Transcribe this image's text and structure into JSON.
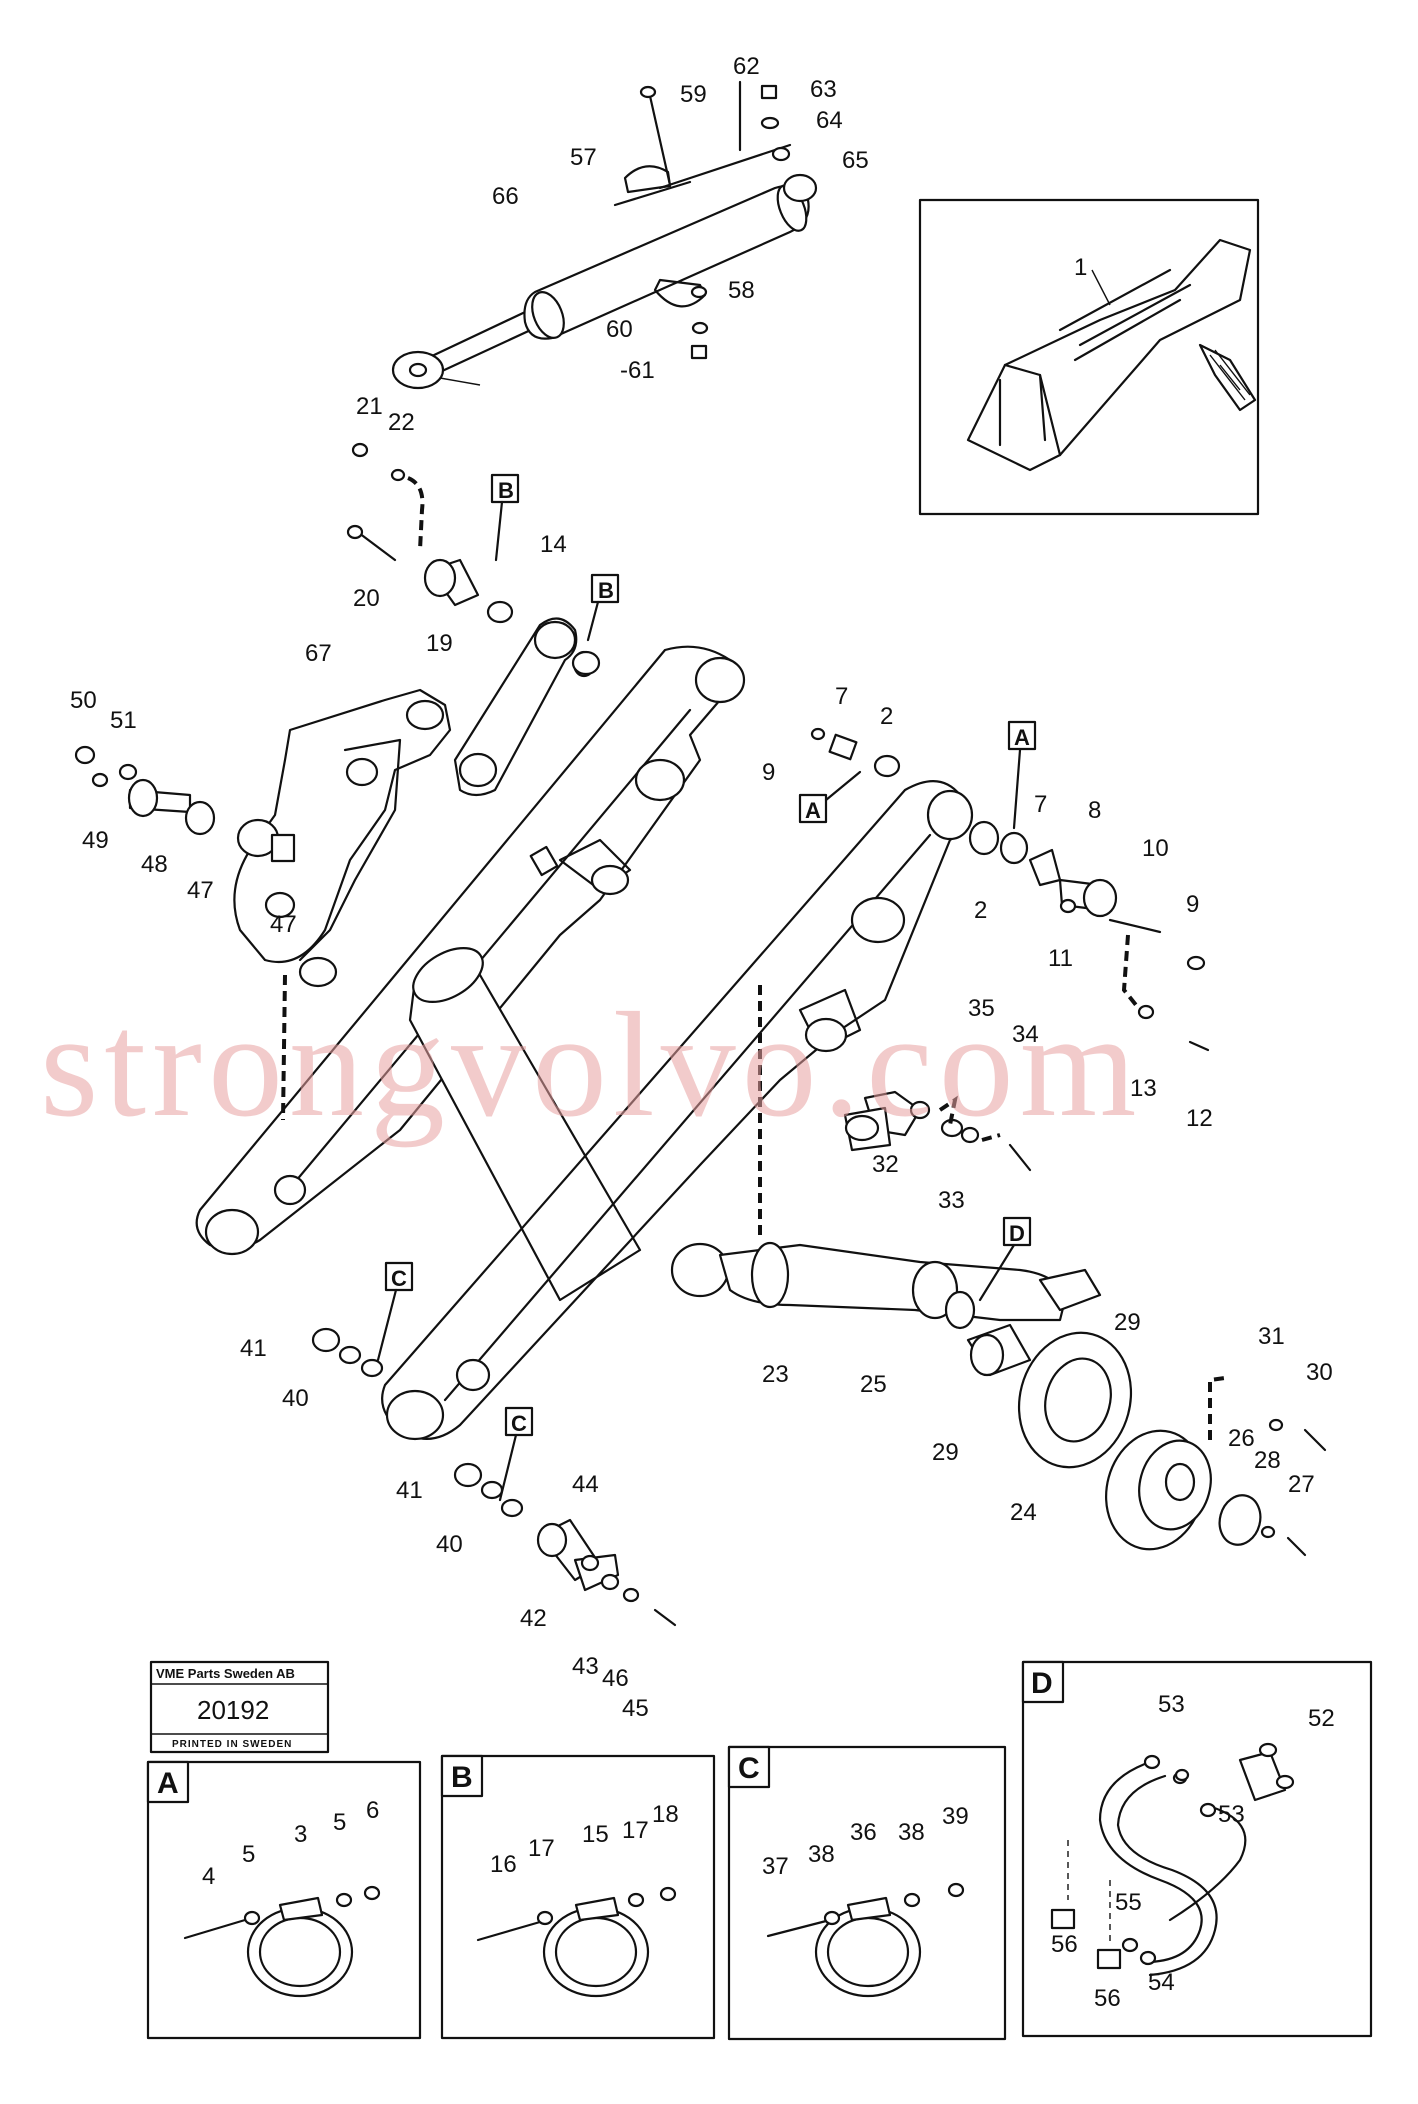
{
  "watermark": "strongvolvo.com",
  "stamp": {
    "company": "VME Parts Sweden AB",
    "number": "20192",
    "printed": "PRINTED IN SWEDEN"
  },
  "callouts": {
    "a": "A",
    "b": "B",
    "c": "C",
    "d": "D"
  },
  "labels": {
    "p1": "1",
    "p2": "2",
    "p3": "3",
    "p4": "4",
    "p5": "5",
    "p6": "6",
    "p7": "7",
    "p8": "8",
    "p9": "9",
    "p10": "10",
    "p11": "11",
    "p12": "12",
    "p13": "13",
    "p14": "14",
    "p15": "15",
    "p16": "16",
    "p17": "17",
    "p18": "18",
    "p19": "19",
    "p20": "20",
    "p21": "21",
    "p22": "22",
    "p23": "23",
    "p24": "24",
    "p25": "25",
    "p26": "26",
    "p27": "27",
    "p28": "28",
    "p29": "29",
    "p30": "30",
    "p31": "31",
    "p32": "32",
    "p33": "33",
    "p34": "34",
    "p35": "35",
    "p36": "36",
    "p37": "37",
    "p38": "38",
    "p39": "39",
    "p40": "40",
    "p41": "41",
    "p42": "42",
    "p43": "43",
    "p44": "44",
    "p45": "45",
    "p46": "46",
    "p47": "47",
    "p48": "48",
    "p49": "49",
    "p50": "50",
    "p51": "51",
    "p52": "52",
    "p53": "53",
    "p54": "54",
    "p55": "55",
    "p56": "56",
    "p57": "57",
    "p58": "58",
    "p59": "59",
    "p60": "60",
    "p61": "-61",
    "p62": "62",
    "p63": "63",
    "p64": "64",
    "p65": "65",
    "p66": "66",
    "p67": "67"
  }
}
